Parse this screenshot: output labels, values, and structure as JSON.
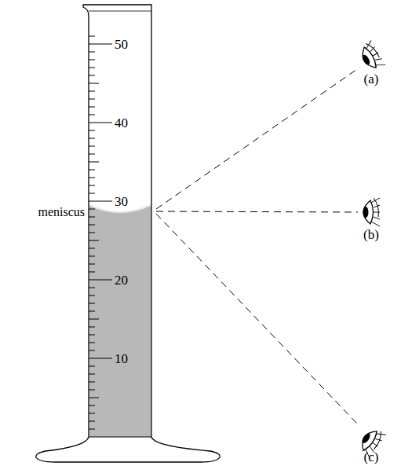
{
  "diagram": {
    "labels": [
      "50",
      "40",
      "30",
      "20",
      "10",
      "meniscus",
      "(a)",
      "(b)",
      "(c)"
    ]
  }
}
